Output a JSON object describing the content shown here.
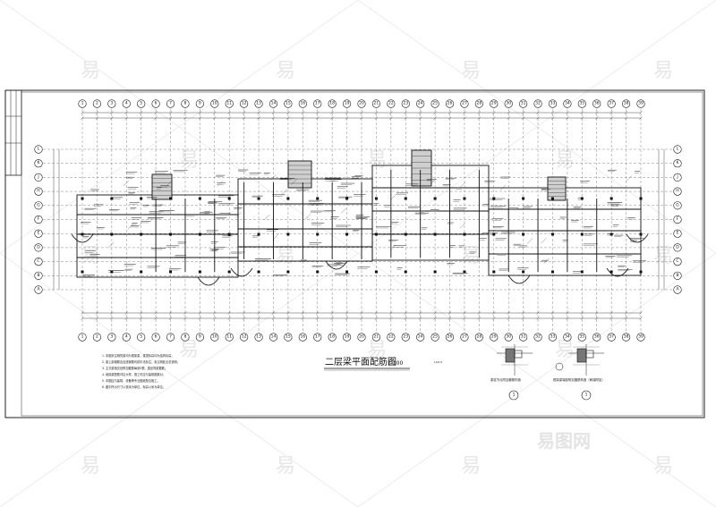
{
  "drawing": {
    "title": "二层梁平面配筋图",
    "scale": "1:100",
    "sub_label": "L10/2",
    "top_axes": [
      "1",
      "2",
      "3",
      "4",
      "5",
      "6",
      "7",
      "8",
      "9",
      "10",
      "11",
      "12",
      "13",
      "14",
      "15",
      "16",
      "17",
      "18",
      "19",
      "20",
      "21",
      "22",
      "23",
      "24",
      "25",
      "26",
      "27",
      "28",
      "29",
      "30",
      "31",
      "32",
      "33",
      "34",
      "35",
      "36",
      "37",
      "38",
      "39"
    ],
    "bottom_axes": [
      "1",
      "2",
      "3",
      "4",
      "5",
      "6",
      "7",
      "8",
      "9",
      "10",
      "11",
      "12",
      "13",
      "14",
      "15",
      "16",
      "17",
      "18",
      "19",
      "20",
      "21",
      "22",
      "23",
      "24",
      "25",
      "26",
      "27",
      "28",
      "29",
      "30",
      "31",
      "32",
      "33",
      "34",
      "35",
      "36",
      "37",
      "38",
      "39"
    ],
    "side_axes": [
      "L",
      "K",
      "J",
      "H",
      "G",
      "F",
      "E",
      "D",
      "C",
      "B",
      "A"
    ],
    "notes": [
      "1. 本图未注明的梁均为框架梁，梁顶标高均为结构标高。",
      "2. 梁上部钢筋及支座钢筋均按平法标注，未注明处见总说明。",
      "3. 主次梁相交处附加箍筋每侧3根，直径同梁箍筋。",
      "4. 悬挑梁配筋详见大样，施工时应与建筑图核对。",
      "5. 本图应与建筑、设备等专业图纸配合施工。",
      "6. 图中所示尺寸以毫米为单位，标高以米为单位。"
    ],
    "details": [
      {
        "caption": "梁柱节点附加箍筋构造",
        "mark": "1"
      },
      {
        "caption": "框架梁端部附加箍筋构造（两端附加）",
        "mark": "1"
      }
    ],
    "watermark": "易",
    "brand": "易图网"
  }
}
